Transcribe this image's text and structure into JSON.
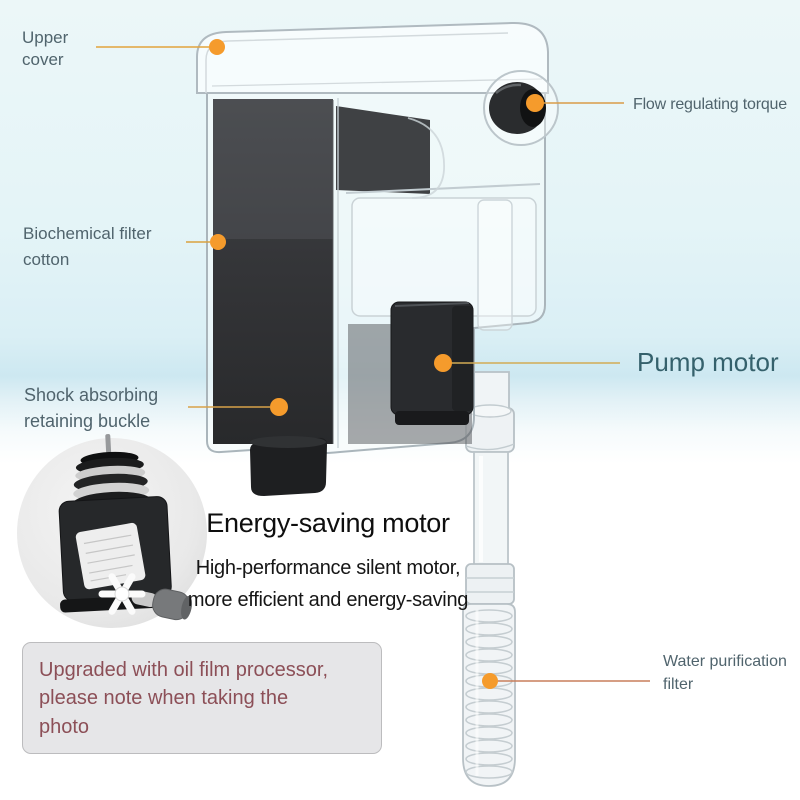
{
  "callouts": {
    "upper_cover": {
      "label": "Upper cover"
    },
    "flow_regulating": {
      "label": "Flow regulating torque"
    },
    "biochemical_filter": {
      "label": "Biochemical filter cotton"
    },
    "pump_motor": {
      "label": "Pump motor"
    },
    "shock_absorbing": {
      "label": "Shock absorbing retaining buckle"
    },
    "water_purification": {
      "label": "Water purification filter"
    }
  },
  "feature": {
    "title": "Energy-saving motor",
    "description_line1": "High-performance silent motor,",
    "description_line2": "more efficient and energy-saving"
  },
  "note": {
    "lines": [
      "Upgraded with oil film processor,",
      "please note when taking the",
      "photo"
    ]
  },
  "icons": {
    "callout_dot": "orange-dot"
  },
  "colors": {
    "background_top": "#e6f5f7",
    "background_band": "#cde8f1",
    "background_bottom": "#ffffff",
    "callout_dot": "#f59b2c",
    "leader_line": "#d9a551",
    "water_leader_line": "#c97e5b",
    "label_text": "#50646d",
    "pump_label_text": "#35616c",
    "feature_text": "#111111",
    "note_text": "#8c4f57",
    "note_background": "#e6e6e8",
    "sponge_dark": "#2e2f31",
    "plastic_stroke": "#aab5bb"
  }
}
